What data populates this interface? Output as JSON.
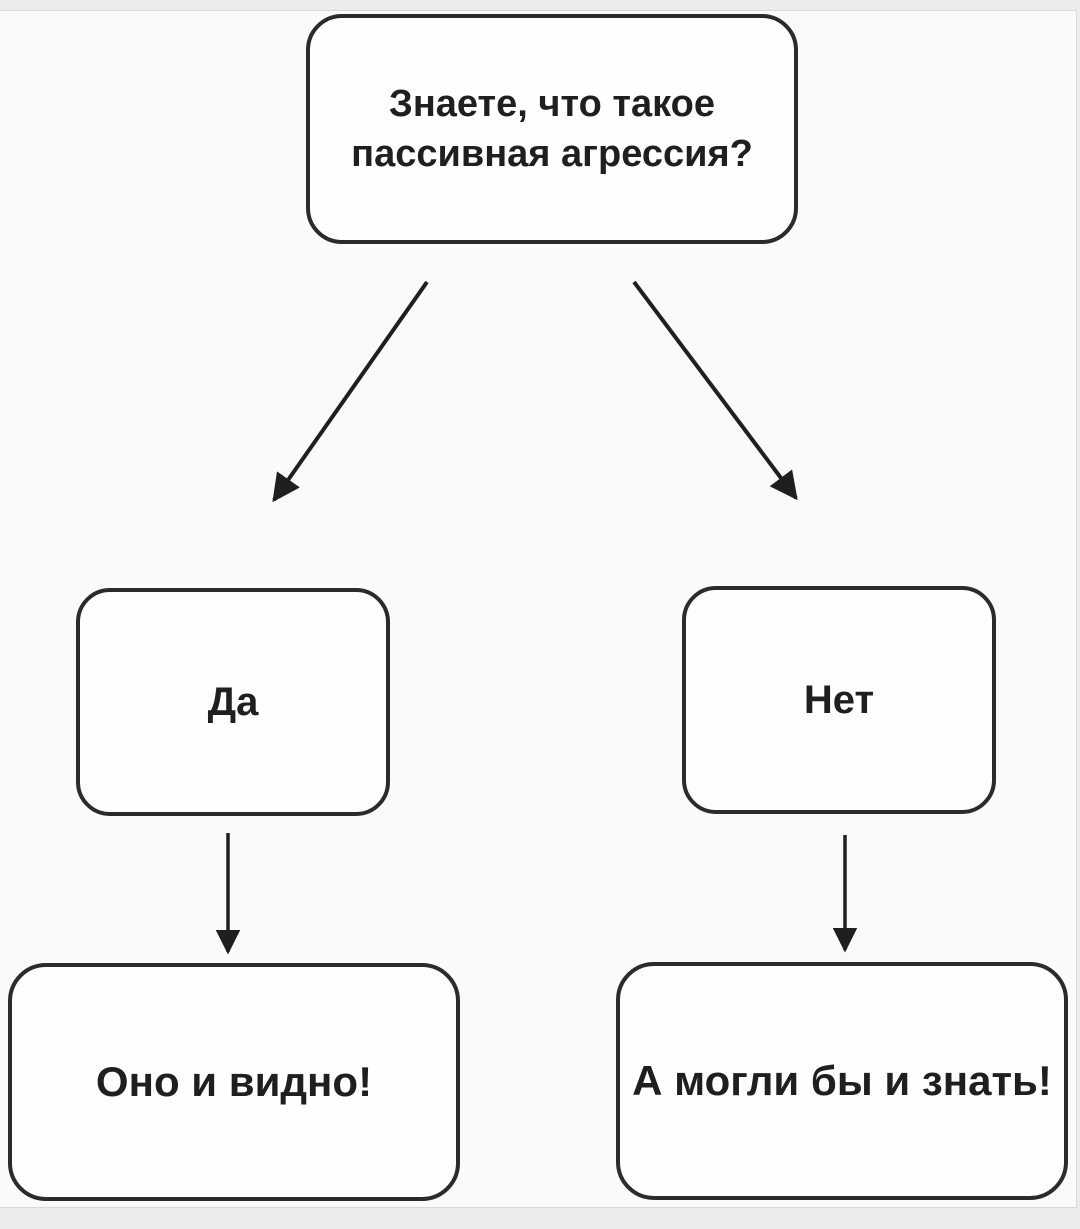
{
  "diagram": {
    "type": "flowchart",
    "language": "ru",
    "nodes": {
      "question": {
        "label": "Знаете, что такое пассивная агрессия?",
        "lines": [
          "Знаете, что такое",
          "пассивная агрессия?"
        ]
      },
      "yes": {
        "label": "Да"
      },
      "no": {
        "label": "Нет"
      },
      "yes_result": {
        "label": "Оно и видно!"
      },
      "no_result": {
        "label": "А могли бы и знать!"
      }
    },
    "edges": [
      {
        "from": "question",
        "to": "yes"
      },
      {
        "from": "question",
        "to": "no"
      },
      {
        "from": "yes",
        "to": "yes_result"
      },
      {
        "from": "no",
        "to": "no_result"
      }
    ],
    "colors": {
      "page_background": "#edecea",
      "card_background": "#fafaf9",
      "box_fill": "#fefefe",
      "box_border": "#2b2b2b",
      "text": "#1f1f1f",
      "arrow": "#1f1f1f"
    }
  }
}
